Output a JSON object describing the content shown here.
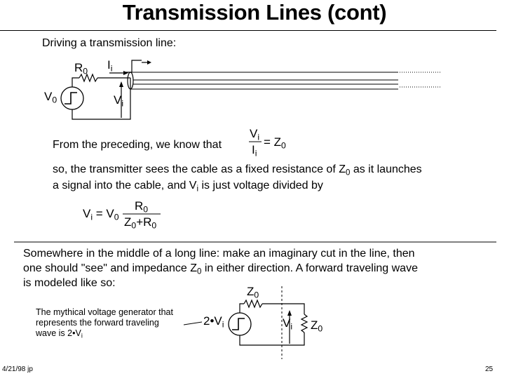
{
  "slide": {
    "title": "Transmission Lines (cont)",
    "footer_date": "4/21/98 jp",
    "page_number": "25"
  },
  "section1": {
    "heading": "Driving a transmission line:",
    "circuit": {
      "source_label": "V",
      "source_sub": "0",
      "resistor_label": "R",
      "resistor_sub": "0",
      "current_label": "I",
      "current_sub": "i",
      "voltage_label": "V",
      "voltage_sub": "i"
    },
    "known_text": "From the preceding, we know that",
    "ratio_num": "V",
    "ratio_num_sub": "i",
    "ratio_den": "I",
    "ratio_den_sub": "i",
    "ratio_rhs": "= Z",
    "ratio_rhs_sub": "0",
    "para_line1_a": "so, the transmitter sees the cable as a fixed resistance of Z",
    "para_line1_sub": "0",
    "para_line1_b": " as it launches",
    "para_line2_a": "a signal into the cable, and V",
    "para_line2_sub": "i",
    "para_line2_b": " is just voltage divided by",
    "divider": {
      "lhs": "V",
      "lhs_sub": "i",
      "eq": " = V",
      "eq_sub": "0",
      "num": "R",
      "num_sub": "0",
      "den_a": "Z",
      "den_a_sub": "0",
      "den_plus": "+R",
      "den_b_sub": "0"
    }
  },
  "section2": {
    "line1": "Somewhere in the middle of a long line:  make an imaginary cut in the line, then",
    "line2_a": "one should \"see\" and impedance Z",
    "line2_sub": "0",
    "line2_b": " in either direction.  A forward traveling wave",
    "line3": "is modeled like so:",
    "note_line1": "The mythical voltage generator that",
    "note_line2": "represents the forward traveling",
    "note_line3_a": "wave is 2",
    "note_line3_b": "V",
    "note_line3_sub": "i",
    "circuit": {
      "top_label": "Z",
      "top_sub": "0",
      "gen_label_a": "2",
      "gen_label_b": "V",
      "gen_sub": "i",
      "voltage_label": "V",
      "voltage_sub": "i",
      "load_label": "Z",
      "load_sub": "0"
    }
  }
}
